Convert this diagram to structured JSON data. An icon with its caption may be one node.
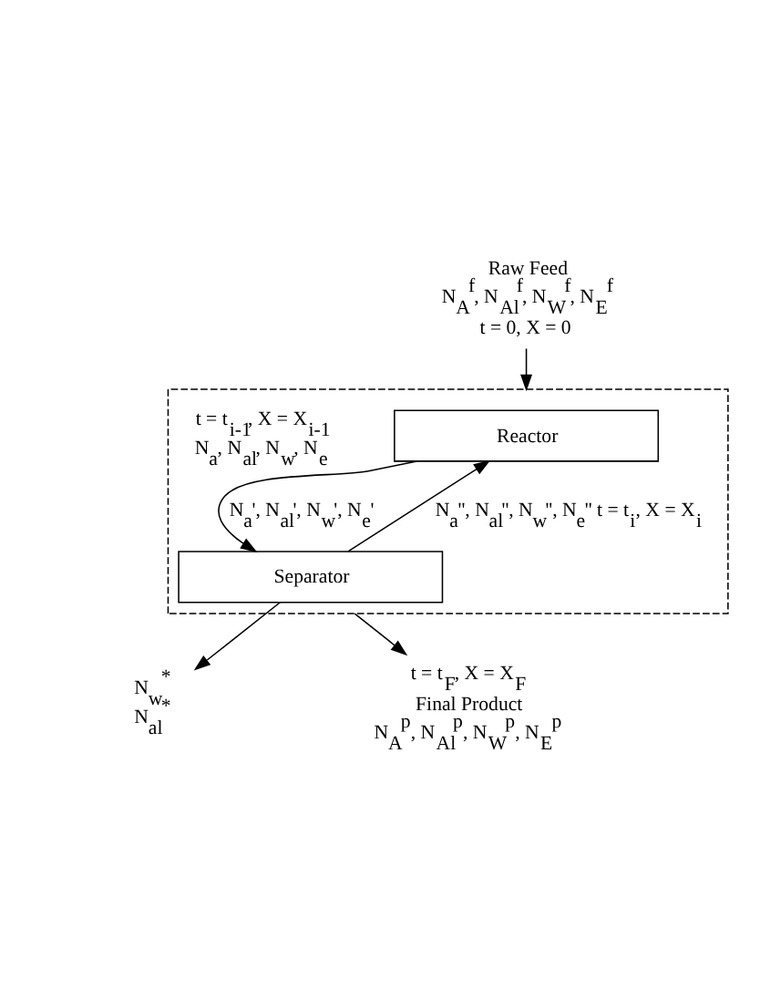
{
  "diagram": {
    "nodes": [
      {
        "text": [
          "Raw Feed",
          "N$_{A}$$^{f}$, N$_{Al}$$^{f}$, N$_{W}$$^{f}$, N$_{E}$$^{f}$",
          "t = 0, X = 0"
        ]
      },
      {
        "text": [],
        "shape": "box"
      },
      {
        "text": [
          "Reactor"
        ],
        "in": 1
      },
      {
        "text": [
          "Separator"
        ],
        "in": 1
      },
      {
        "text": [
          "N$_{w}$$^{*}$",
          "N$_{al}$$^{*}$"
        ]
      },
      {
        "text": [
          "t = t$_{F}$, X = X$_{F}$",
          "Final Product",
          "N$_{A}$$^{p}$, N$_{Al}$$^{p}$, N$_{W}$$^{p}$, N$_{E}$$^{p}$"
        ]
      }
    ],
    "edges": [
      {
        "from": 0,
        "to": 1,
        "arrow": "to"
      },
      {
        "from": 2,
        "to": 3,
        "arrow": "to",
        "label": "N$_{a}$', N$_{al}$', N$_{w}$', N$_{e}$'"
      },
      {
        "from": 3,
        "to": 4,
        "arrow": "to"
      },
      {
        "from": 3,
        "to": 2,
        "arrow": "to",
        "label": "N$_{a}$'', N$_{al}$'', N$_{w}$'', N$_{e}$'' t = t$_{i}$, X = X$_{i}$"
      },
      {
        "from": 1,
        "to": 5,
        "arrow": "to"
      }
    ],
    "labels": [
      "t = t$_{i-1}$, X = X$_{i-1}$",
      "N$_{a}$, N$_{al}$, N$_{w}$, N$_{e}$"
    ]
  }
}
